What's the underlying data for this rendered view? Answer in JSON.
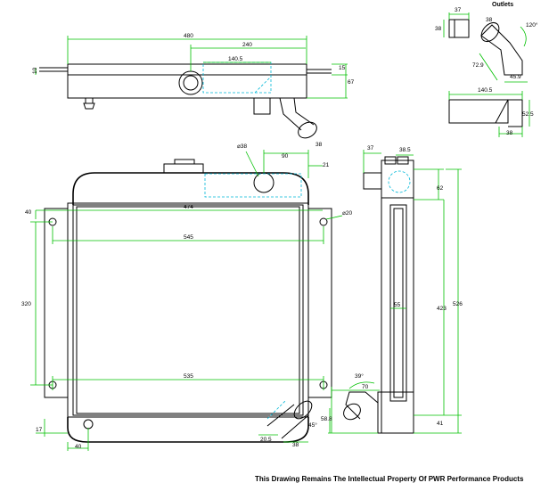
{
  "labels": {
    "outlets_title": "Outlets",
    "top_overall_width": "480",
    "top_inner_width": "240",
    "top_hidden_width": "140.5",
    "top_left_tab": "10",
    "top_right_tab": "15",
    "top_height": "67",
    "top_outlet_dia": "38",
    "side_filler_offset": "90",
    "side_filler_height": "21",
    "filler_dia": "⌀38",
    "mount_hole_dia": "⌀20",
    "bracket_offset": "40",
    "core_width_top": "474",
    "bracket_span_top": "545",
    "core_height": "320",
    "core_width_bottom": "535",
    "bottom_hole_offset": "17",
    "bottom_hole_x": "40",
    "bottom_outlet_offset": "20.5",
    "bottom_outlet_dia": "38",
    "bottom_outlet_angle": "45°",
    "end_top_width": "37",
    "end_inner_width": "38.5",
    "end_top_tank": "62",
    "end_core_width": "55",
    "end_core_height": "423",
    "end_total_height": "526",
    "end_bottom_tank": "41",
    "end_outlet_angle": "39°",
    "end_outlet_length": "70",
    "end_outlet_height": "58.8",
    "outlet_a_width": "37",
    "outlet_a_height": "38",
    "outlet_b_dia": "38",
    "outlet_b_angle": "120°",
    "outlet_b_length": "72.9",
    "outlet_b_width": "45.9",
    "outlet_c_length": "140.5",
    "outlet_c_height": "52.5",
    "outlet_c_dia": "38"
  },
  "footer": {
    "notice": "This Drawing Remains The Intellectual Property Of PWR Performance Products"
  },
  "colors": {
    "outline": "#000000",
    "dimension": "#00c000",
    "hidden_line": "#00b8d8"
  }
}
